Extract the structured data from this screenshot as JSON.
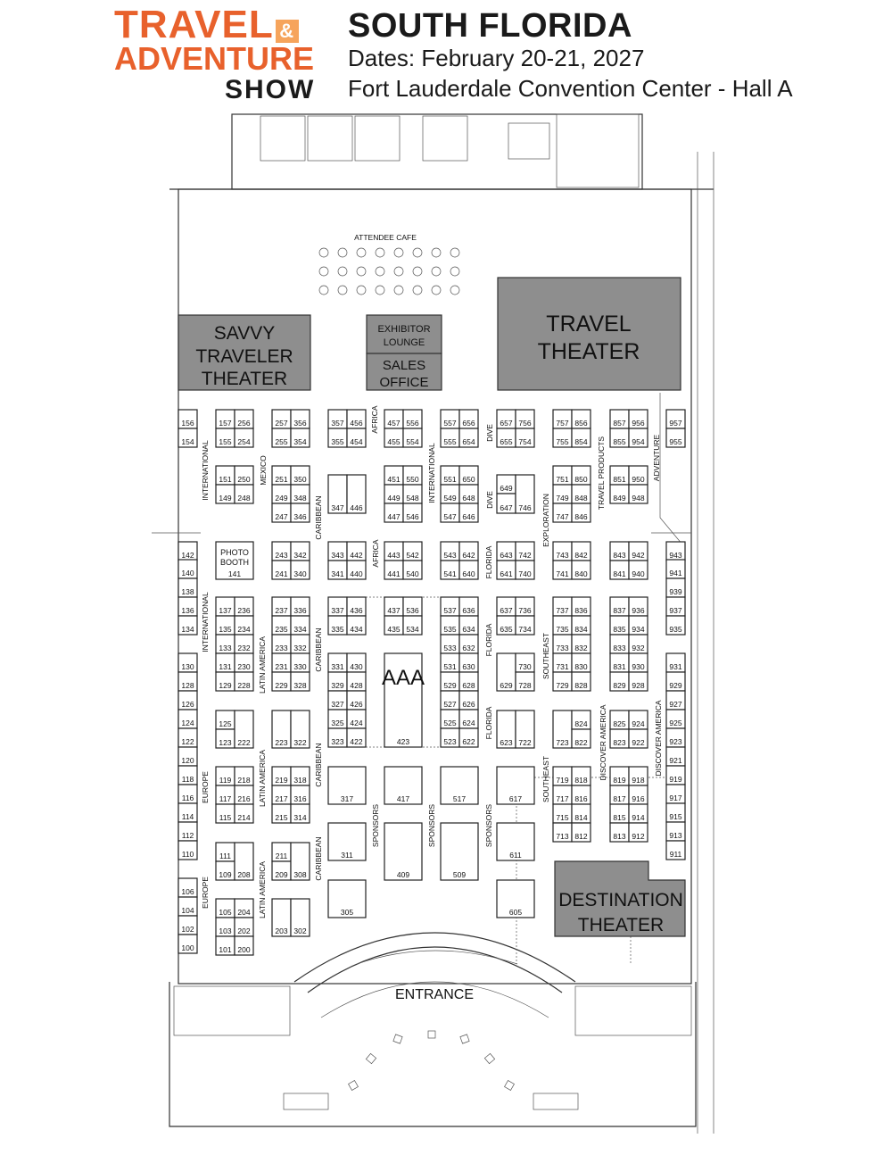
{
  "header": {
    "logo_line1": "TRAVEL",
    "logo_amp": "&",
    "logo_line2": "ADVENTURE",
    "logo_line3": "SHOW",
    "title": "SOUTH FLORIDA",
    "dates": "Dates: February 20-21, 2027",
    "venue": "Fort Lauderdale Convention Center - Hall A"
  },
  "colors": {
    "brand_orange": "#e8612c",
    "amp_orange": "#f6a45c",
    "theater_gray": "#8e8e8e"
  },
  "areas": {
    "cafe": "ATTENDEE CAFE",
    "savvy_theater": [
      "SAVVY",
      "TRAVELER",
      "THEATER"
    ],
    "exhibitor_lounge": [
      "EXHIBITOR",
      "LOUNGE"
    ],
    "sales_office": [
      "SALES",
      "OFFICE"
    ],
    "travel_theater": [
      "TRAVEL",
      "THEATER"
    ],
    "destination_theater": [
      "DESTINATION",
      "THEATER"
    ],
    "photo_booth": [
      "PHOTO",
      "BOOTH"
    ],
    "aaa": "AAA",
    "entrance": "ENTRANCE"
  },
  "sections": [
    "INTERNATIONAL",
    "MEXICO",
    "CARIBBEAN",
    "AFRICA",
    "INTERNATIONAL",
    "DIVE",
    "DIVE",
    "EXPLORATION",
    "TRAVEL PRODUCTS",
    "ADVENTURE",
    "AFRICA",
    "FLORIDA",
    "INTERNATIONAL",
    "LATIN AMERICA",
    "CARIBBEAN",
    "FLORIDA",
    "SOUTHEAST",
    "FLORIDA",
    "DISCOVER AMERICA",
    "DISCOVER AMERICA",
    "CARIBBEAN",
    "EUROPE",
    "LATIN AMERICA",
    "SOUTHEAST",
    "SPONSORS",
    "SPONSORS",
    "SPONSORS",
    "EUROPE",
    "LATIN AMERICA",
    "CARIBBEAN"
  ],
  "booths": [
    [
      "156",
      "154",
      "142",
      "140",
      "138",
      "136",
      "134",
      "130",
      "128",
      "126",
      "124",
      "122",
      "120",
      "118",
      "116",
      "114",
      "112",
      "110",
      "106",
      "104",
      "102",
      "100"
    ],
    [
      "957",
      "955",
      "943",
      "941",
      "939",
      "937",
      "935",
      "931",
      "929",
      "927",
      "925",
      "923",
      "921",
      "919",
      "917",
      "915",
      "913",
      "911"
    ],
    [
      "157",
      "256",
      "155",
      "254"
    ],
    [
      "257",
      "356",
      "255",
      "354"
    ],
    [
      "357",
      "456",
      "355",
      "454"
    ],
    [
      "457",
      "556",
      "455",
      "554"
    ],
    [
      "557",
      "656",
      "555",
      "654"
    ],
    [
      "657",
      "756",
      "655",
      "754"
    ],
    [
      "757",
      "856",
      "755",
      "854"
    ],
    [
      "857",
      "956",
      "855",
      "954"
    ],
    [
      "151",
      "250",
      "149",
      "248"
    ],
    [
      "251",
      "350",
      "249",
      "348",
      "247",
      "346"
    ],
    [
      "347",
      "446"
    ],
    [
      "451",
      "550",
      "449",
      "548",
      "447",
      "546"
    ],
    [
      "551",
      "650",
      "549",
      "648",
      "547",
      "646"
    ],
    [
      "649",
      "647",
      "746"
    ],
    [
      "751",
      "850",
      "749",
      "848",
      "747",
      "846"
    ],
    [
      "851",
      "950",
      "849",
      "948"
    ],
    [
      "141"
    ],
    [
      "243",
      "342",
      "241",
      "340"
    ],
    [
      "343",
      "442",
      "341",
      "440"
    ],
    [
      "443",
      "542",
      "441",
      "540"
    ],
    [
      "543",
      "642",
      "541",
      "640"
    ],
    [
      "643",
      "742",
      "641",
      "740"
    ],
    [
      "743",
      "842",
      "741",
      "840"
    ],
    [
      "843",
      "942",
      "841",
      "940"
    ],
    [
      "137",
      "236",
      "135",
      "234",
      "133",
      "232",
      "131",
      "230",
      "129",
      "228"
    ],
    [
      "237",
      "336",
      "235",
      "334",
      "233",
      "332",
      "231",
      "330",
      "229",
      "328"
    ],
    [
      "337",
      "436",
      "335",
      "434"
    ],
    [
      "331",
      "430",
      "329",
      "428",
      "327",
      "426",
      "325",
      "424",
      "323",
      "422"
    ],
    [
      "437",
      "536",
      "435",
      "534"
    ],
    [
      "423"
    ],
    [
      "537",
      "636",
      "535",
      "634",
      "533",
      "632",
      "531",
      "630",
      "529",
      "628",
      "527",
      "626",
      "525",
      "624",
      "523",
      "622"
    ],
    [
      "637",
      "736",
      "635",
      "734"
    ],
    [
      "629",
      "730",
      "728"
    ],
    [
      "737",
      "836",
      "735",
      "834",
      "733",
      "832",
      "731",
      "830",
      "729",
      "828"
    ],
    [
      "837",
      "936",
      "835",
      "934",
      "833",
      "932",
      "831",
      "930",
      "829",
      "928"
    ],
    [
      "125",
      "123",
      "222"
    ],
    [
      "223",
      "322"
    ],
    [
      "623",
      "722"
    ],
    [
      "723",
      "824",
      "822"
    ],
    [
      "825",
      "924",
      "823",
      "922"
    ],
    [
      "119",
      "218",
      "117",
      "216",
      "115",
      "214"
    ],
    [
      "219",
      "318",
      "217",
      "316",
      "215",
      "314"
    ],
    [
      "317",
      "417",
      "517",
      "617"
    ],
    [
      "719",
      "818",
      "717",
      "816",
      "715",
      "814",
      "713",
      "812"
    ],
    [
      "819",
      "918",
      "817",
      "916",
      "815",
      "914",
      "813",
      "912"
    ],
    [
      "111",
      "109",
      "208"
    ],
    [
      "211",
      "209",
      "308"
    ],
    [
      "311",
      "409",
      "509",
      "611"
    ],
    [
      "105",
      "204",
      "103",
      "202",
      "101",
      "200"
    ],
    [
      "203",
      "302"
    ],
    [
      "305",
      "605"
    ]
  ]
}
